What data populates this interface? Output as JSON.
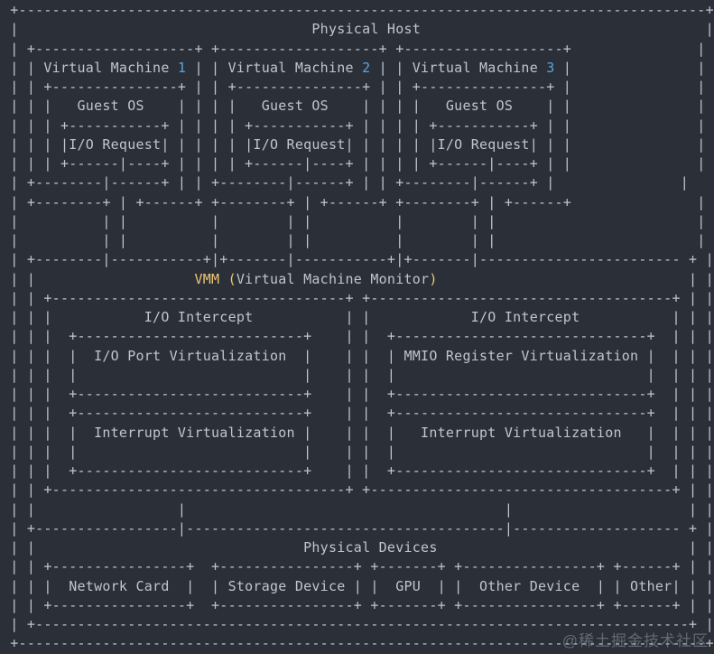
{
  "colors": {
    "background": "#2a2f38",
    "foreground": "#c0c5ce",
    "accent_blue": "#58a6e0",
    "accent_yellow": "#f0c674",
    "watermark": "#9199a5"
  },
  "diagram": {
    "host_label": "Physical Host",
    "vms": [
      {
        "title": "Virtual Machine 1",
        "number": "1",
        "os": "Guest OS",
        "request": "I/O Request"
      },
      {
        "title": "Virtual Machine 2",
        "number": "2",
        "os": "Guest OS",
        "request": "I/O Request"
      },
      {
        "title": "Virtual Machine 3",
        "number": "3",
        "os": "Guest OS",
        "request": "I/O Request"
      }
    ],
    "vmm_label": "VMM (Virtual Machine Monitor)",
    "vmm_sections": [
      {
        "title": "I/O Intercept",
        "children": [
          "I/O Port Virtualization",
          "Interrupt Virtualization"
        ]
      },
      {
        "title": "I/O Intercept",
        "children": [
          "MMIO Register Virtualization",
          "Interrupt Virtualization"
        ]
      }
    ],
    "devices_label": "Physical Devices",
    "devices": [
      "Network Card",
      "Storage Device",
      "GPU",
      "Other Device",
      "Other"
    ]
  },
  "watermark": {
    "text": "@稀土掘金技术社区"
  },
  "art": {
    "lines": [
      " +----------------------------------------------------------------------------------+",
      " |                                   Physical Host                                  |",
      " | +-------------------+ +-------------------+ +-------------------+               |",
      " | | Virtual Machine 1 | | Virtual Machine 2 | | Virtual Machine 3 |               |",
      " | | +---------------+ | | +---------------+ | | +---------------+ |               |",
      " | | |   Guest OS    | | | |   Guest OS    | | | |   Guest OS    | |               |",
      " | | | +-----------+ | | | | +-----------+ | | | | +-----------+ | |               |",
      " | | | |I/O Request| | | | | |I/O Request| | | | | |I/O Request| | |               |",
      " | | | +------|----+ | | | | +------|----+ | | | | +------|----+ | |               |",
      " | +--------|------+ | | +--------|------+ | | +--------|------+ |               |",
      " | +--------+ | +------+ +--------+ | +------+ +--------+ | +------+               |",
      " |          | |          |        | |          |        | |                        |",
      " |          | |          |        | |          |        | |                        |",
      " | +--------|-----------+|+-------|-----------+|+-------|------------------------ + |",
      " | |                   VMM (Virtual Machine Monitor)                              | |",
      " | | +-----------------------------------+ +------------------------------------+ | |",
      " | | |           I/O Intercept           | |            I/O Intercept           | | |",
      " | | |  +---------------------------+    | |  +------------------------------+  | | |",
      " | | |  |  I/O Port Virtualization  |    | |  | MMIO Register Virtualization |  | | |",
      " | | |  |                           |    | |  |                              |  | | |",
      " | | |  +---------------------------+    | |  +------------------------------+  | | |",
      " | | |  +---------------------------+    | |  +------------------------------+  | | |",
      " | | |  |  Interrupt Virtualization |    | |  |   Interrupt Virtualization   |  | | |",
      " | | |  |                           |    | |  |                              |  | | |",
      " | | |  +---------------------------+    | |  +------------------------------+  | | |",
      " | | +-----------------------------------+ +------------------------------------+ | |",
      " | |                 |                                      |                     | |",
      " | +-----------------|--------------------------------------|-------------------- + |",
      " | |                                Physical Devices                              | |",
      " | | +----------------+  +----------------+ +-------+ +----------------+ +------+ | |",
      " | | |  Network Card  |  | Storage Device | |  GPU  | |  Other Device  | | Other| | |",
      " | | +----------------+  +----------------+ +-------+ +----------------+ +------+ | |",
      " | +------------------------------------------------------------------------------+ |",
      " +----------------------------------------------------------------------------------+"
    ]
  },
  "highlights": [
    {
      "line": 3,
      "text": "1",
      "color_key": "accent_blue"
    },
    {
      "line": 3,
      "text": "2",
      "color_key": "accent_blue"
    },
    {
      "line": 3,
      "text": "3",
      "color_key": "accent_blue"
    },
    {
      "line": 14,
      "text": "VMM (",
      "color_key": "accent_yellow"
    },
    {
      "line": 14,
      "text": ")",
      "color_key": "accent_yellow"
    }
  ]
}
